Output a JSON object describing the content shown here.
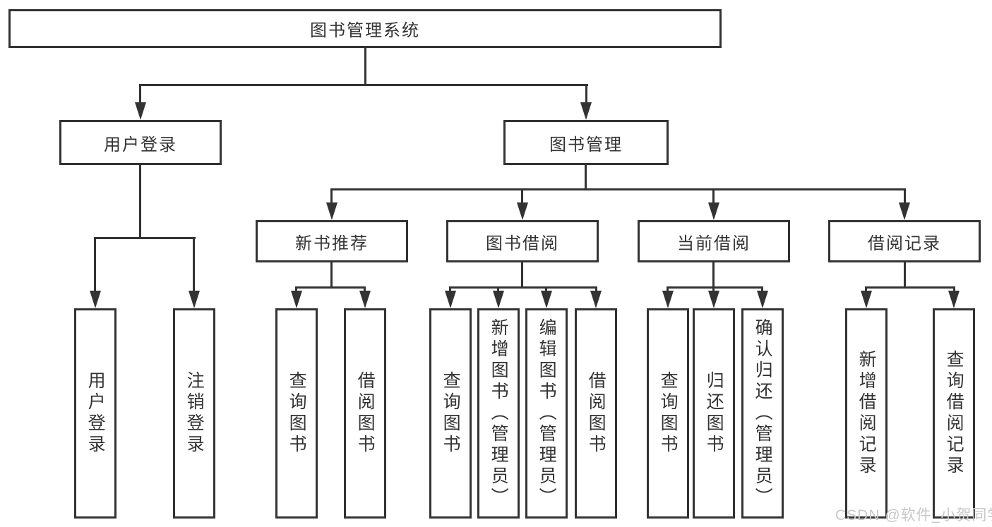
{
  "colors": {
    "line": "#333333",
    "box_border": "#333333",
    "background": "#ffffff",
    "watermark_text": "#c8c8c8"
  },
  "diagram": {
    "type": "hierarchy-tree",
    "root": {
      "label": "图书管理系统"
    },
    "level2": {
      "user_login": {
        "label": "用户登录"
      },
      "book_management": {
        "label": "图书管理"
      }
    },
    "level3": {
      "new_book_recommend": {
        "label": "新书推荐"
      },
      "book_borrow": {
        "label": "图书借阅"
      },
      "current_borrow": {
        "label": "当前借阅"
      },
      "borrow_records": {
        "label": "借阅记录"
      }
    },
    "leaves": {
      "user_login": "用户登录",
      "logout": "注销登录",
      "nb_query_books": "查询图书",
      "nb_borrow_books": "借阅图书",
      "bb_query_books": "查询图书",
      "bb_add_books": "新增图书（管理员）",
      "bb_edit_books": "编辑图书（管理员）",
      "bb_borrow_books": "借阅图书",
      "cb_query_books": "查询图书",
      "cb_return_books": "归还图书",
      "cb_confirm_return": "确认归还（管理员）",
      "br_add_record": "新增借阅记录",
      "br_query_record": "查询借阅记录"
    }
  },
  "watermark": "CSDN @软件_小贺同学"
}
